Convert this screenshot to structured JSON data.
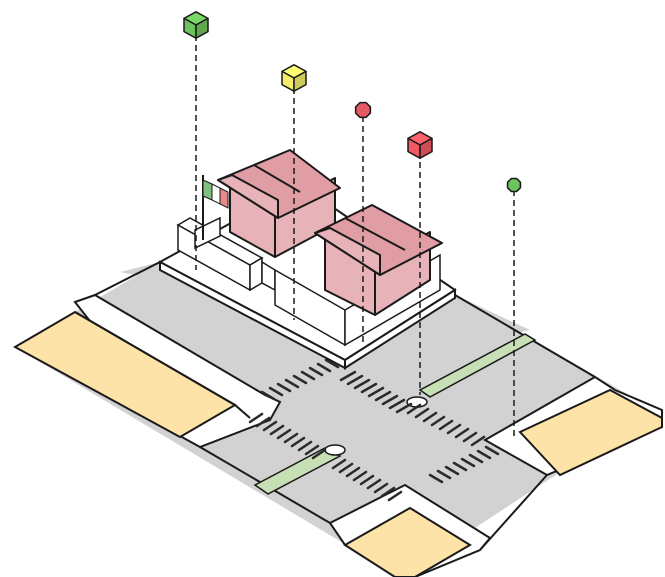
{
  "scene": {
    "description_free": true,
    "colors": {
      "road": "#d2d2d2",
      "sidewalk": "#ffffff",
      "sand": "#fde3a7",
      "median": "#c7dfb5",
      "house_wall": "#e7b3b8",
      "house_roof": "#e09ea4",
      "outline": "#1a1a1a",
      "stripe": "#2a2a2a"
    },
    "markers": [
      {
        "name": "green-cube-marker",
        "shape": "cube",
        "color": "#6ec45c"
      },
      {
        "name": "yellow-cube-marker",
        "shape": "cube",
        "color": "#f4ee6b"
      },
      {
        "name": "red-octagon-marker",
        "shape": "octagon",
        "color": "#e85a63"
      },
      {
        "name": "red-cube-marker",
        "shape": "cube",
        "color": "#f05a62"
      },
      {
        "name": "green-octagon-marker",
        "shape": "octagon",
        "color": "#6ec45c"
      }
    ],
    "flag_colors": [
      "#7fbf7f",
      "#ffffff",
      "#e88a8a"
    ]
  }
}
